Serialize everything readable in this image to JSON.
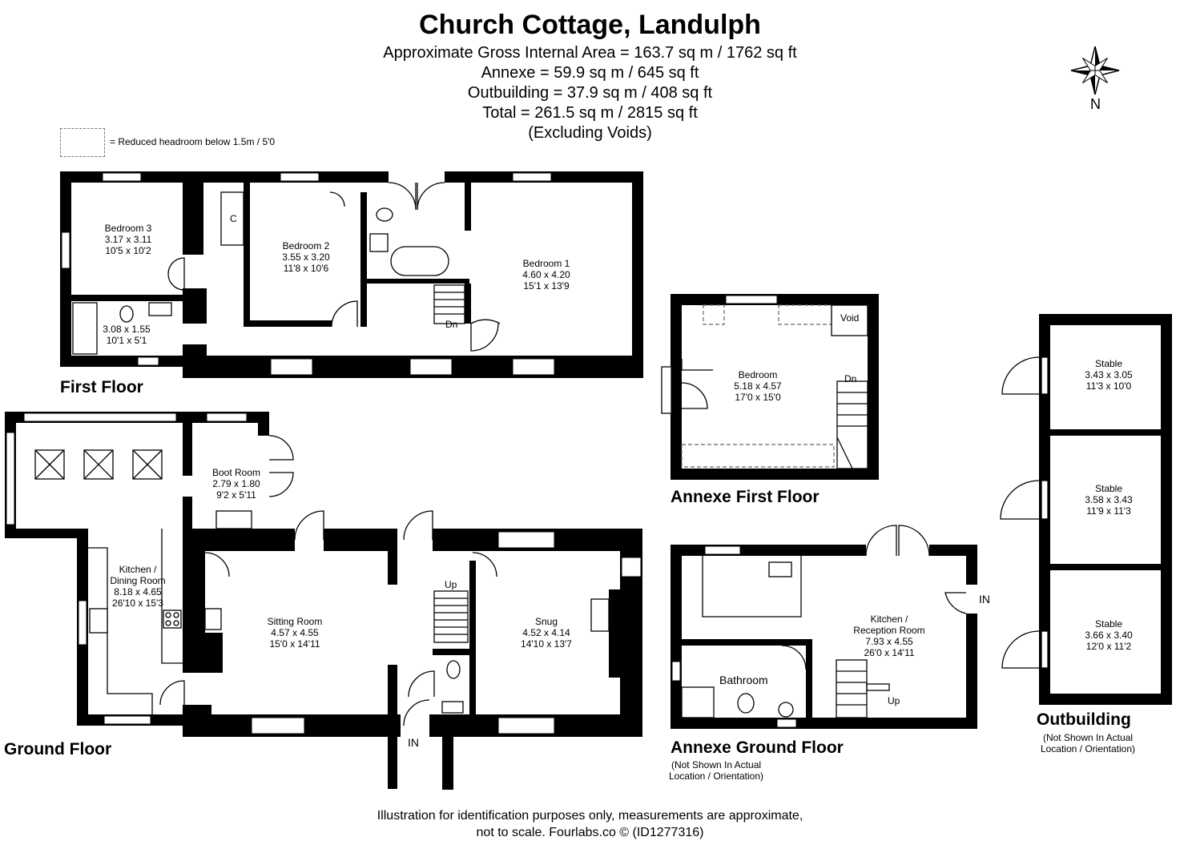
{
  "header": {
    "title": "Church Cottage, Landulph",
    "areas": [
      "Approximate Gross Internal Area = 163.7 sq m / 1762 sq ft",
      "Annexe = 59.9 sq m / 645 sq ft",
      "Outbuilding = 37.9 sq m / 408 sq ft",
      "Total = 261.5 sq m / 2815 sq ft",
      "(Excluding Voids)"
    ]
  },
  "legend": {
    "text": "= Reduced headroom below 1.5m / 5'0"
  },
  "compass": {
    "label": "N",
    "icon": "compass-rose-icon"
  },
  "floors": {
    "first": "First Floor",
    "ground": "Ground Floor",
    "annexe_first": "Annexe First Floor",
    "annexe_ground": "Annexe Ground Floor",
    "annexe_ground_note_1": "(Not Shown In Actual",
    "annexe_ground_note_2": "Location / Orientation)",
    "outbuilding": "Outbuilding",
    "outbuilding_note_1": "(Not Shown In Actual",
    "outbuilding_note_2": "Location / Orientation)"
  },
  "rooms": {
    "bedroom3": {
      "name": "Bedroom 3",
      "metric": "3.17 x 3.11",
      "imperial": "10'5 x 10'2"
    },
    "bathroom_first": {
      "metric": "3.08 x 1.55",
      "imperial": "10'1 x 5'1"
    },
    "bedroom2": {
      "name": "Bedroom 2",
      "metric": "3.55 x 3.20",
      "imperial": "11'8 x 10'6"
    },
    "bedroom1": {
      "name": "Bedroom 1",
      "metric": "4.60 x 4.20",
      "imperial": "15'1 x 13'9"
    },
    "kitchen_dining": {
      "name1": "Kitchen /",
      "name2": "Dining Room",
      "metric": "8.18 x 4.65",
      "imperial": "26'10 x 15'3"
    },
    "boot_room": {
      "name": "Boot Room",
      "metric": "2.79 x 1.80",
      "imperial": "9'2 x 5'11"
    },
    "sitting_room": {
      "name": "Sitting Room",
      "metric": "4.57 x 4.55",
      "imperial": "15'0 x 14'11"
    },
    "snug": {
      "name": "Snug",
      "metric": "4.52 x 4.14",
      "imperial": "14'10 x 13'7"
    },
    "annexe_bedroom": {
      "name": "Bedroom",
      "metric": "5.18 x 4.57",
      "imperial": "17'0 x 15'0"
    },
    "annexe_kitchen": {
      "name1": "Kitchen /",
      "name2": "Reception Room",
      "metric": "7.93 x 4.55",
      "imperial": "26'0 x 14'11"
    },
    "annexe_bathroom": {
      "name": "Bathroom"
    },
    "stable1": {
      "name": "Stable",
      "metric": "3.43 x 3.05",
      "imperial": "11'3 x 10'0"
    },
    "stable2": {
      "name": "Stable",
      "metric": "3.58 x 3.43",
      "imperial": "11'9 x 11'3"
    },
    "stable3": {
      "name": "Stable",
      "metric": "3.66 x 3.40",
      "imperial": "12'0 x 11'2"
    }
  },
  "labels": {
    "cupboard": "C",
    "down": "Dn",
    "up": "Up",
    "in": "IN",
    "void": "Void"
  },
  "footer": {
    "line1": "Illustration for identification purposes only, measurements are approximate,",
    "line2": "not to scale. Fourlabs.co © (ID1277316)"
  }
}
